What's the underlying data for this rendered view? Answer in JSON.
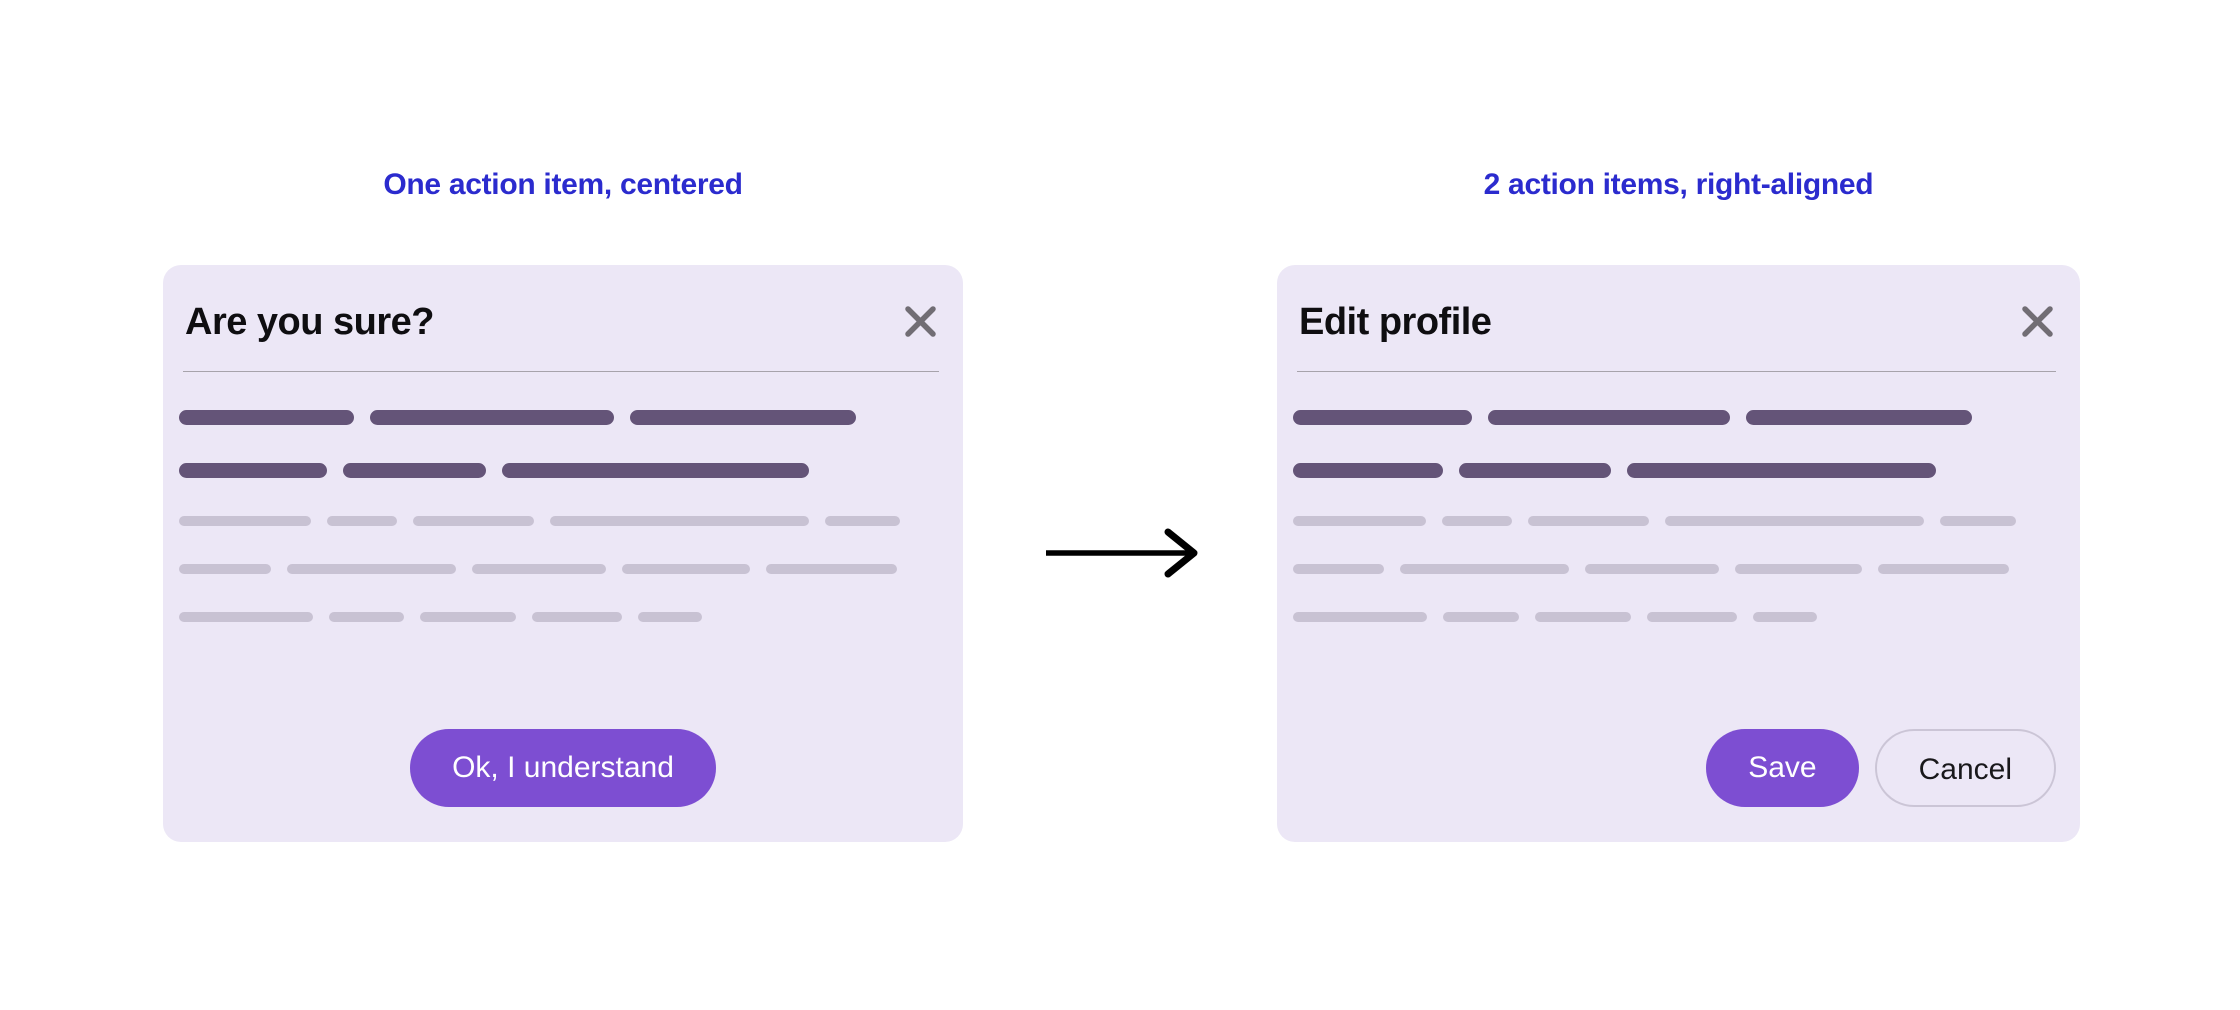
{
  "colors": {
    "accent_blue": "#2b2bce",
    "modal_bg": "#ece7f6",
    "dark_bar": "#645478",
    "light_bar": "#c8c2d3",
    "primary_button": "#7d4ed2",
    "primary_button_text": "#ffffff",
    "divider": "#a7a3ab",
    "close_icon": "#716d74",
    "title_text": "#0f0e11",
    "cancel_border": "#cbc5d6",
    "cancel_text": "#19181b",
    "arrow": "#000000",
    "page_bg": "#ffffff"
  },
  "icons": {
    "close": "✕",
    "arrow_right": "→"
  },
  "annotations": {
    "left_label": "One action item, centered",
    "right_label": "2 action items, right-aligned"
  },
  "modals": {
    "left": {
      "title": "Are you sure?",
      "actions_alignment": "center",
      "actions": [
        {
          "label": "Ok, I understand",
          "variant": "primary"
        }
      ],
      "skeleton_rows": [
        {
          "tone": "dark",
          "widths": [
            175,
            244,
            226
          ]
        },
        {
          "tone": "dark",
          "widths": [
            148,
            143,
            307
          ]
        },
        {
          "tone": "light",
          "widths": [
            132,
            70,
            121,
            259,
            75
          ]
        },
        {
          "tone": "light",
          "widths": [
            92,
            169,
            134,
            128,
            131
          ]
        },
        {
          "tone": "light",
          "widths": [
            134,
            75,
            96,
            90,
            64
          ]
        }
      ]
    },
    "right": {
      "title": "Edit profile",
      "actions_alignment": "right",
      "actions": [
        {
          "label": "Save",
          "variant": "primary"
        },
        {
          "label": "Cancel",
          "variant": "secondary"
        }
      ],
      "skeleton_rows": [
        {
          "tone": "dark",
          "widths": [
            179,
            242,
            226
          ]
        },
        {
          "tone": "dark",
          "widths": [
            150,
            152,
            309
          ]
        },
        {
          "tone": "light",
          "widths": [
            133,
            70,
            121,
            259,
            76
          ]
        },
        {
          "tone": "light",
          "widths": [
            91,
            169,
            134,
            127,
            131
          ]
        },
        {
          "tone": "light",
          "widths": [
            134,
            76,
            96,
            90,
            64
          ]
        }
      ]
    }
  }
}
